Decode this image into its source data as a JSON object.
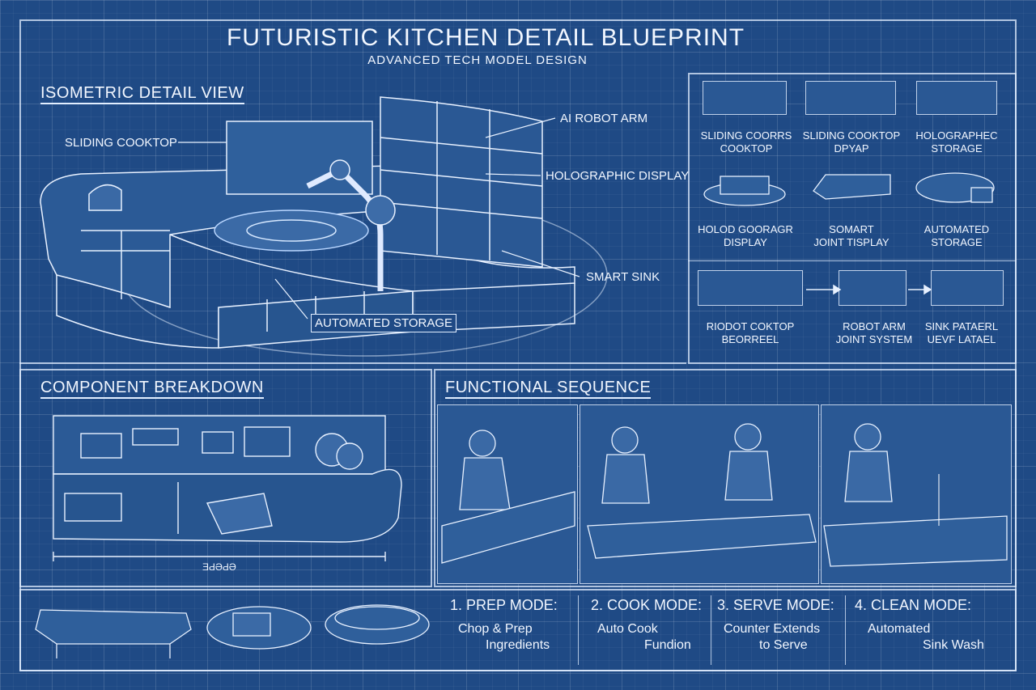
{
  "header": {
    "title": "FUTURISTIC KITCHEN DETAIL BLUEPRINT",
    "subtitle": "ADVANCED TECH MODEL DESIGN"
  },
  "isometric": {
    "heading": "ISOMETRIC DETAIL VIEW",
    "callouts": {
      "sliding_cooktop": "SLIDING COOKTOP",
      "ai_robot_arm": "AI ROBOT ARM",
      "holographic_display": "HOLOGRAPHIC DISPLAY",
      "smart_sink": "SMART SINK",
      "automated_storage": "AUTOMATED STORAGE"
    }
  },
  "thumbnails": [
    {
      "line1": "SLIDING COORRS",
      "line2": "COOKTOP"
    },
    {
      "line1": "SLIDING COOKTOP",
      "line2": "DPYAP"
    },
    {
      "line1": "HOLOGRAPHEC",
      "line2": "STORAGE"
    },
    {
      "line1": "HOLOD GOORAGR",
      "line2": "DISPLAY"
    },
    {
      "line1": "SOMART",
      "line2": "JOINT TISPLAY"
    },
    {
      "line1": "AUTOMATED",
      "line2": "STORAGE"
    },
    {
      "line1": "RIODOT COKTOP",
      "line2": "BEORREEL"
    },
    {
      "line1": "ROBOT ARM",
      "line2": "JOINT SYSTEM"
    },
    {
      "line1": "SINK PATAERL",
      "line2": "UEVF LATAEL"
    }
  ],
  "component": {
    "heading": "COMPONENT BREAKDOWN",
    "dimension_label": "ƎԀƏԀƏ"
  },
  "sequence": {
    "heading": "FUNCTIONAL SEQUENCE",
    "modes": [
      {
        "label": "1. PREP MODE:",
        "desc1": "Chop & Prep",
        "desc2": "Ingredients"
      },
      {
        "label": "2. COOK MODE:",
        "desc1": "Auto Cook",
        "desc2": "Fundion"
      },
      {
        "label": "3. SERVE MODE:",
        "desc1": "Counter Extends",
        "desc2": "to Serve"
      },
      {
        "label": "4. CLEAN MODE:",
        "desc1": "Automated",
        "desc2": "Sink Wash"
      }
    ]
  },
  "colors": {
    "background": "#1f4a85",
    "line": "#e1eeff"
  }
}
